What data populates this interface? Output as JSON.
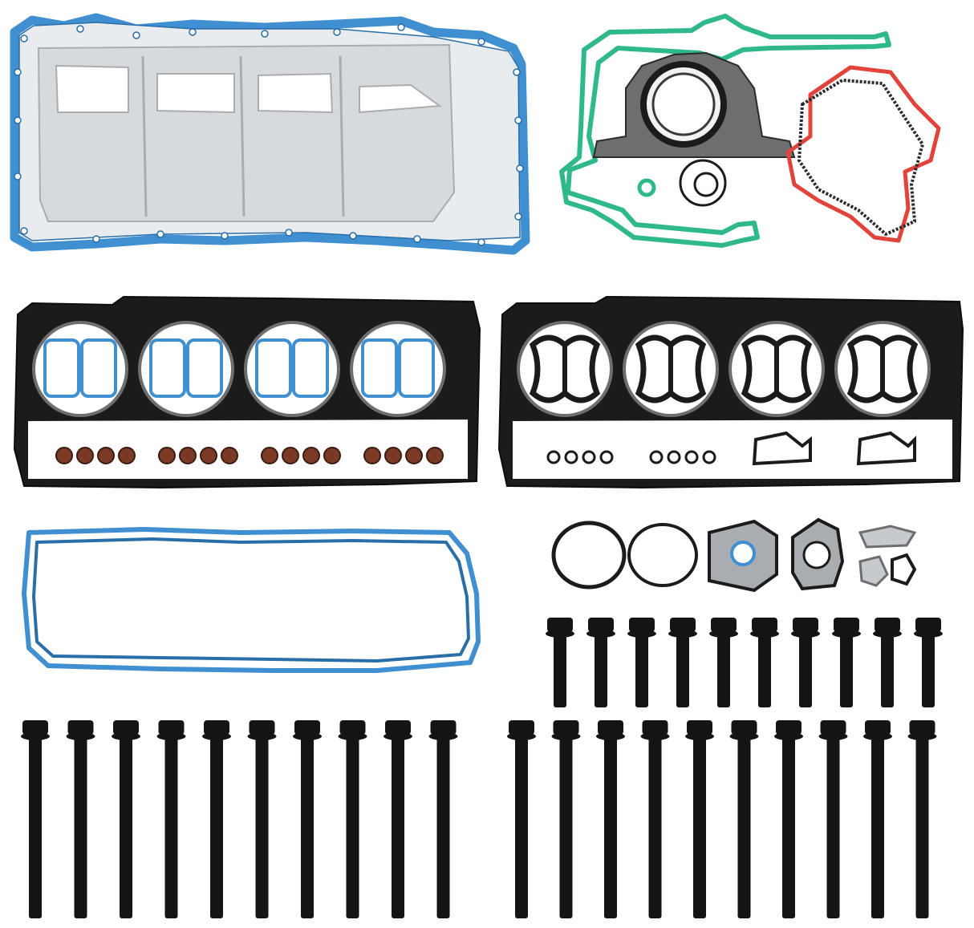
{
  "scene": {
    "background": "#ffffff",
    "colors": {
      "blue_gasket": "#3f8fd1",
      "blue_gasket_dark": "#2a6ea8",
      "green_gasket": "#2fb98a",
      "red_gasket": "#e2433a",
      "black_gasket": "#1b1b1b",
      "steel": "#d7dadd",
      "steel_dark": "#a9adb2",
      "bolt": "#141414",
      "brown_seal": "#7a3a26"
    },
    "groups": {
      "oil_pan_gasket": {
        "icon": "oil-pan-gasket"
      },
      "timing_cover_set": {
        "icon": "timing-cover-gasket",
        "rings": 3
      },
      "head_gasket_left": {
        "icon": "head-gasket",
        "cylinders": 4,
        "valve_seals": 16
      },
      "head_gasket_right": {
        "icon": "head-gasket",
        "cylinders": 4,
        "small_orings": 8
      },
      "valve_cover_gasket": {
        "icon": "valve-cover-gasket"
      },
      "misc_gaskets": {
        "icon": "exhaust-gasket",
        "rings": 2,
        "flange_gaskets": 4
      },
      "short_bolts": {
        "icon": "bolt",
        "count": 10
      },
      "long_bolts_left": {
        "icon": "bolt",
        "count": 10
      },
      "long_bolts_right": {
        "icon": "bolt",
        "count": 10
      }
    }
  }
}
